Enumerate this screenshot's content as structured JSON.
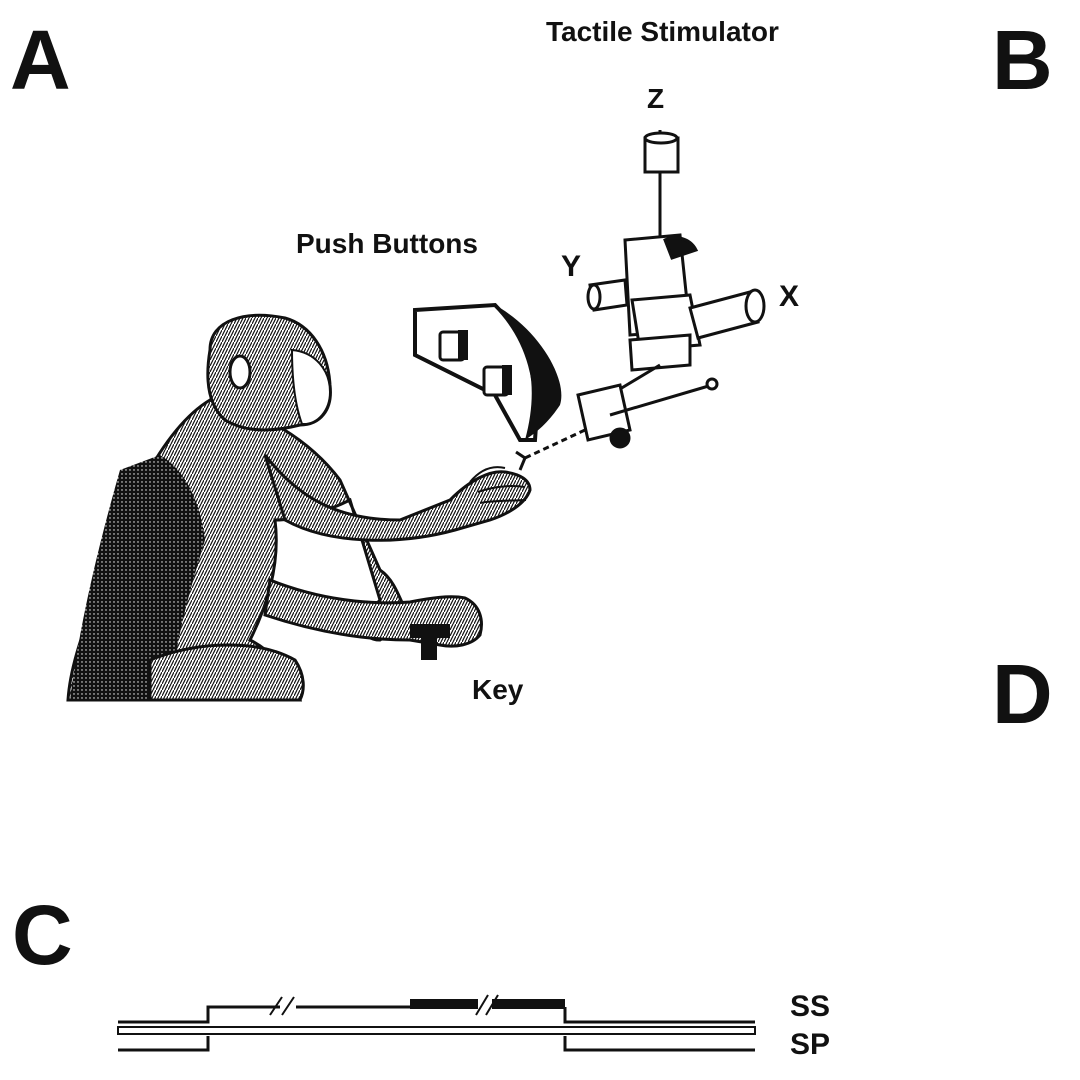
{
  "panels": {
    "a": "A",
    "b": "B",
    "c": "C",
    "d": "D"
  },
  "labels": {
    "tactile_stimulator": "Tactile Stimulator",
    "z": "Z",
    "y": "Y",
    "x": "X",
    "push_buttons": "Push Buttons",
    "key": "Key",
    "ss": "SS",
    "sp": "SP"
  }
}
